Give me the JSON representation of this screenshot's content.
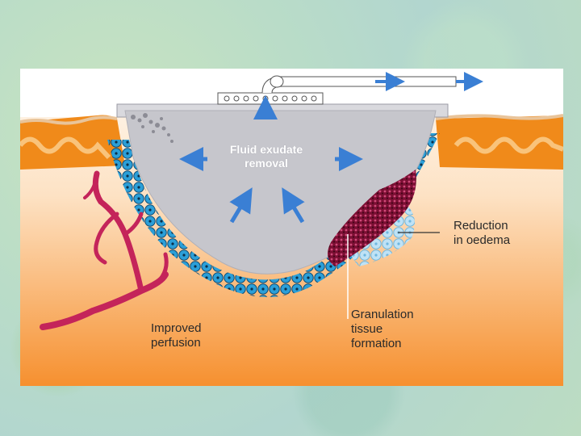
{
  "labels": {
    "center": "Fluid exudate\nremoval",
    "reduction": "Reduction\nin oedema",
    "granulation": "Granulation\ntissue\nformation",
    "perfusion": "Improved\nperfusion"
  },
  "colors": {
    "background": "#b9dcc8",
    "skin_orange": "#f08a1a",
    "tissue_gradient_top": "#fffaf2",
    "tissue_gradient_bottom": "#f58a30",
    "wound_fill": "#c6c6cc",
    "cell_blue": "#2b9fd8",
    "cell_light_blue": "#a9d6f0",
    "granulation_maroon": "#8e1340",
    "vessel": "#c4245a",
    "arrow": "#3a7fd4"
  }
}
